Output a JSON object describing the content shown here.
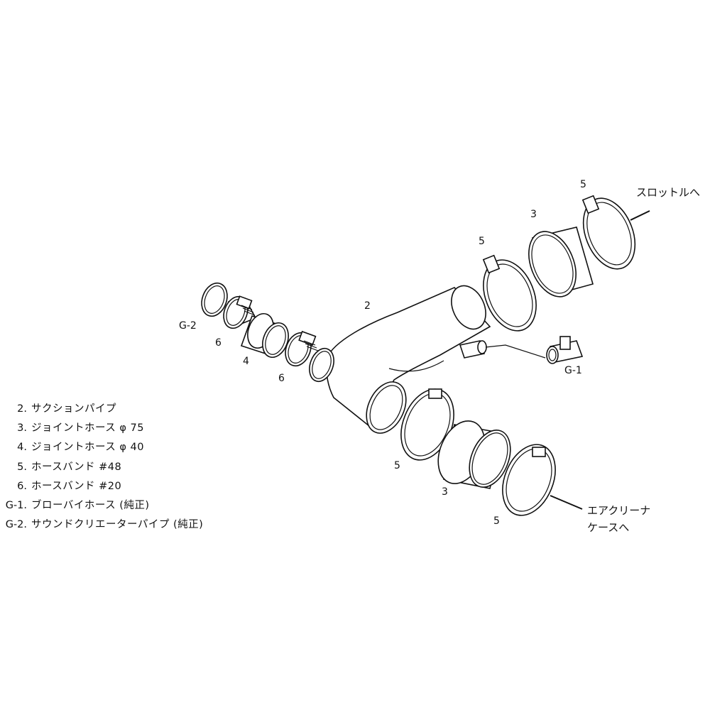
{
  "diagram": {
    "callouts": {
      "c2": "2",
      "c3_top": "3",
      "c3_bottom": "3",
      "c4": "4",
      "c5_top_right": "5",
      "c5_top_mid": "5",
      "c5_mid": "5",
      "c5_bottom": "5",
      "c6_left": "6",
      "c6_right": "6",
      "g1": "G-1",
      "g2": "G-2"
    },
    "destinations": {
      "throttle": "スロットルへ",
      "air_cleaner_line1": "エアクリーナ",
      "air_cleaner_line2": "ケースへ"
    }
  },
  "legend": [
    {
      "num": "2.",
      "text": "サクションパイプ"
    },
    {
      "num": "3.",
      "text": "ジョイントホース  φ 75"
    },
    {
      "num": "4.",
      "text": "ジョイントホース  φ 40"
    },
    {
      "num": "5.",
      "text": "ホースバンド #48"
    },
    {
      "num": "6.",
      "text": "ホースバンド #20"
    },
    {
      "num": "G-1.",
      "text": "ブローバイホース (純正)"
    },
    {
      "num": "G-2.",
      "text": "サウンドクリエーターパイプ (純正)"
    }
  ]
}
